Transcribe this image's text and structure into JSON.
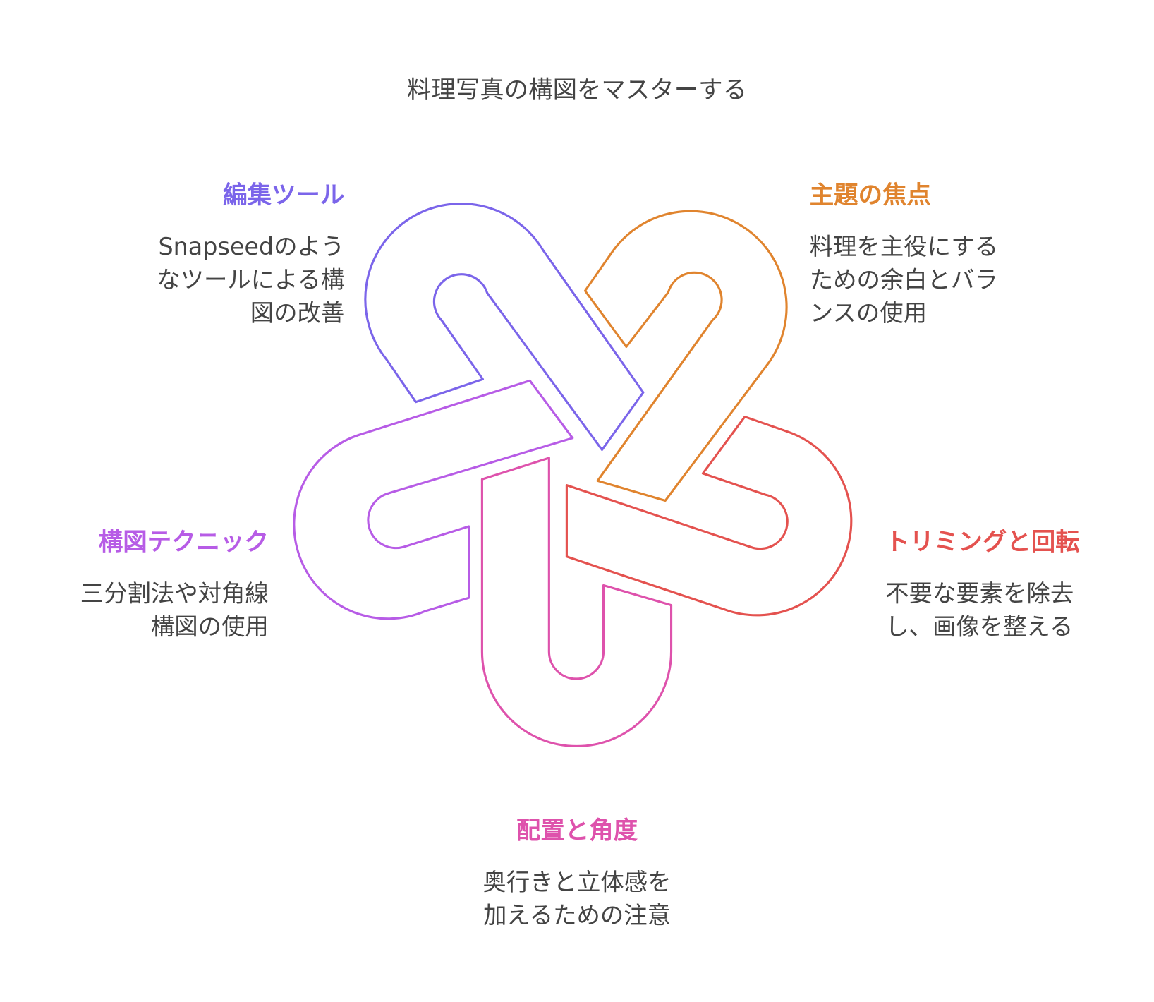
{
  "title": "料理写真の構図をマスターする",
  "colors": {
    "editing": "#7B65EA",
    "focus": "#E0842E",
    "trimming": "#E4524F",
    "placement": "#DE52AC",
    "technique": "#B75CE6",
    "text": "#444444"
  },
  "items": [
    {
      "heading": "編集ツール",
      "lines": [
        "Snapseedのよう",
        "なツールによる構",
        "図の改善"
      ]
    },
    {
      "heading": "主題の焦点",
      "lines": [
        "料理を主役にする",
        "ための余白とバラ",
        "ンスの使用"
      ]
    },
    {
      "heading": "トリミングと回転",
      "lines": [
        "不要な要素を除去",
        "し、画像を整える"
      ]
    },
    {
      "heading": "配置と角度",
      "lines": [
        "奥行きと立体感を",
        "加えるための注意"
      ]
    },
    {
      "heading": "構図テクニック",
      "lines": [
        "三分割法や対角線",
        "構図の使用"
      ]
    }
  ]
}
